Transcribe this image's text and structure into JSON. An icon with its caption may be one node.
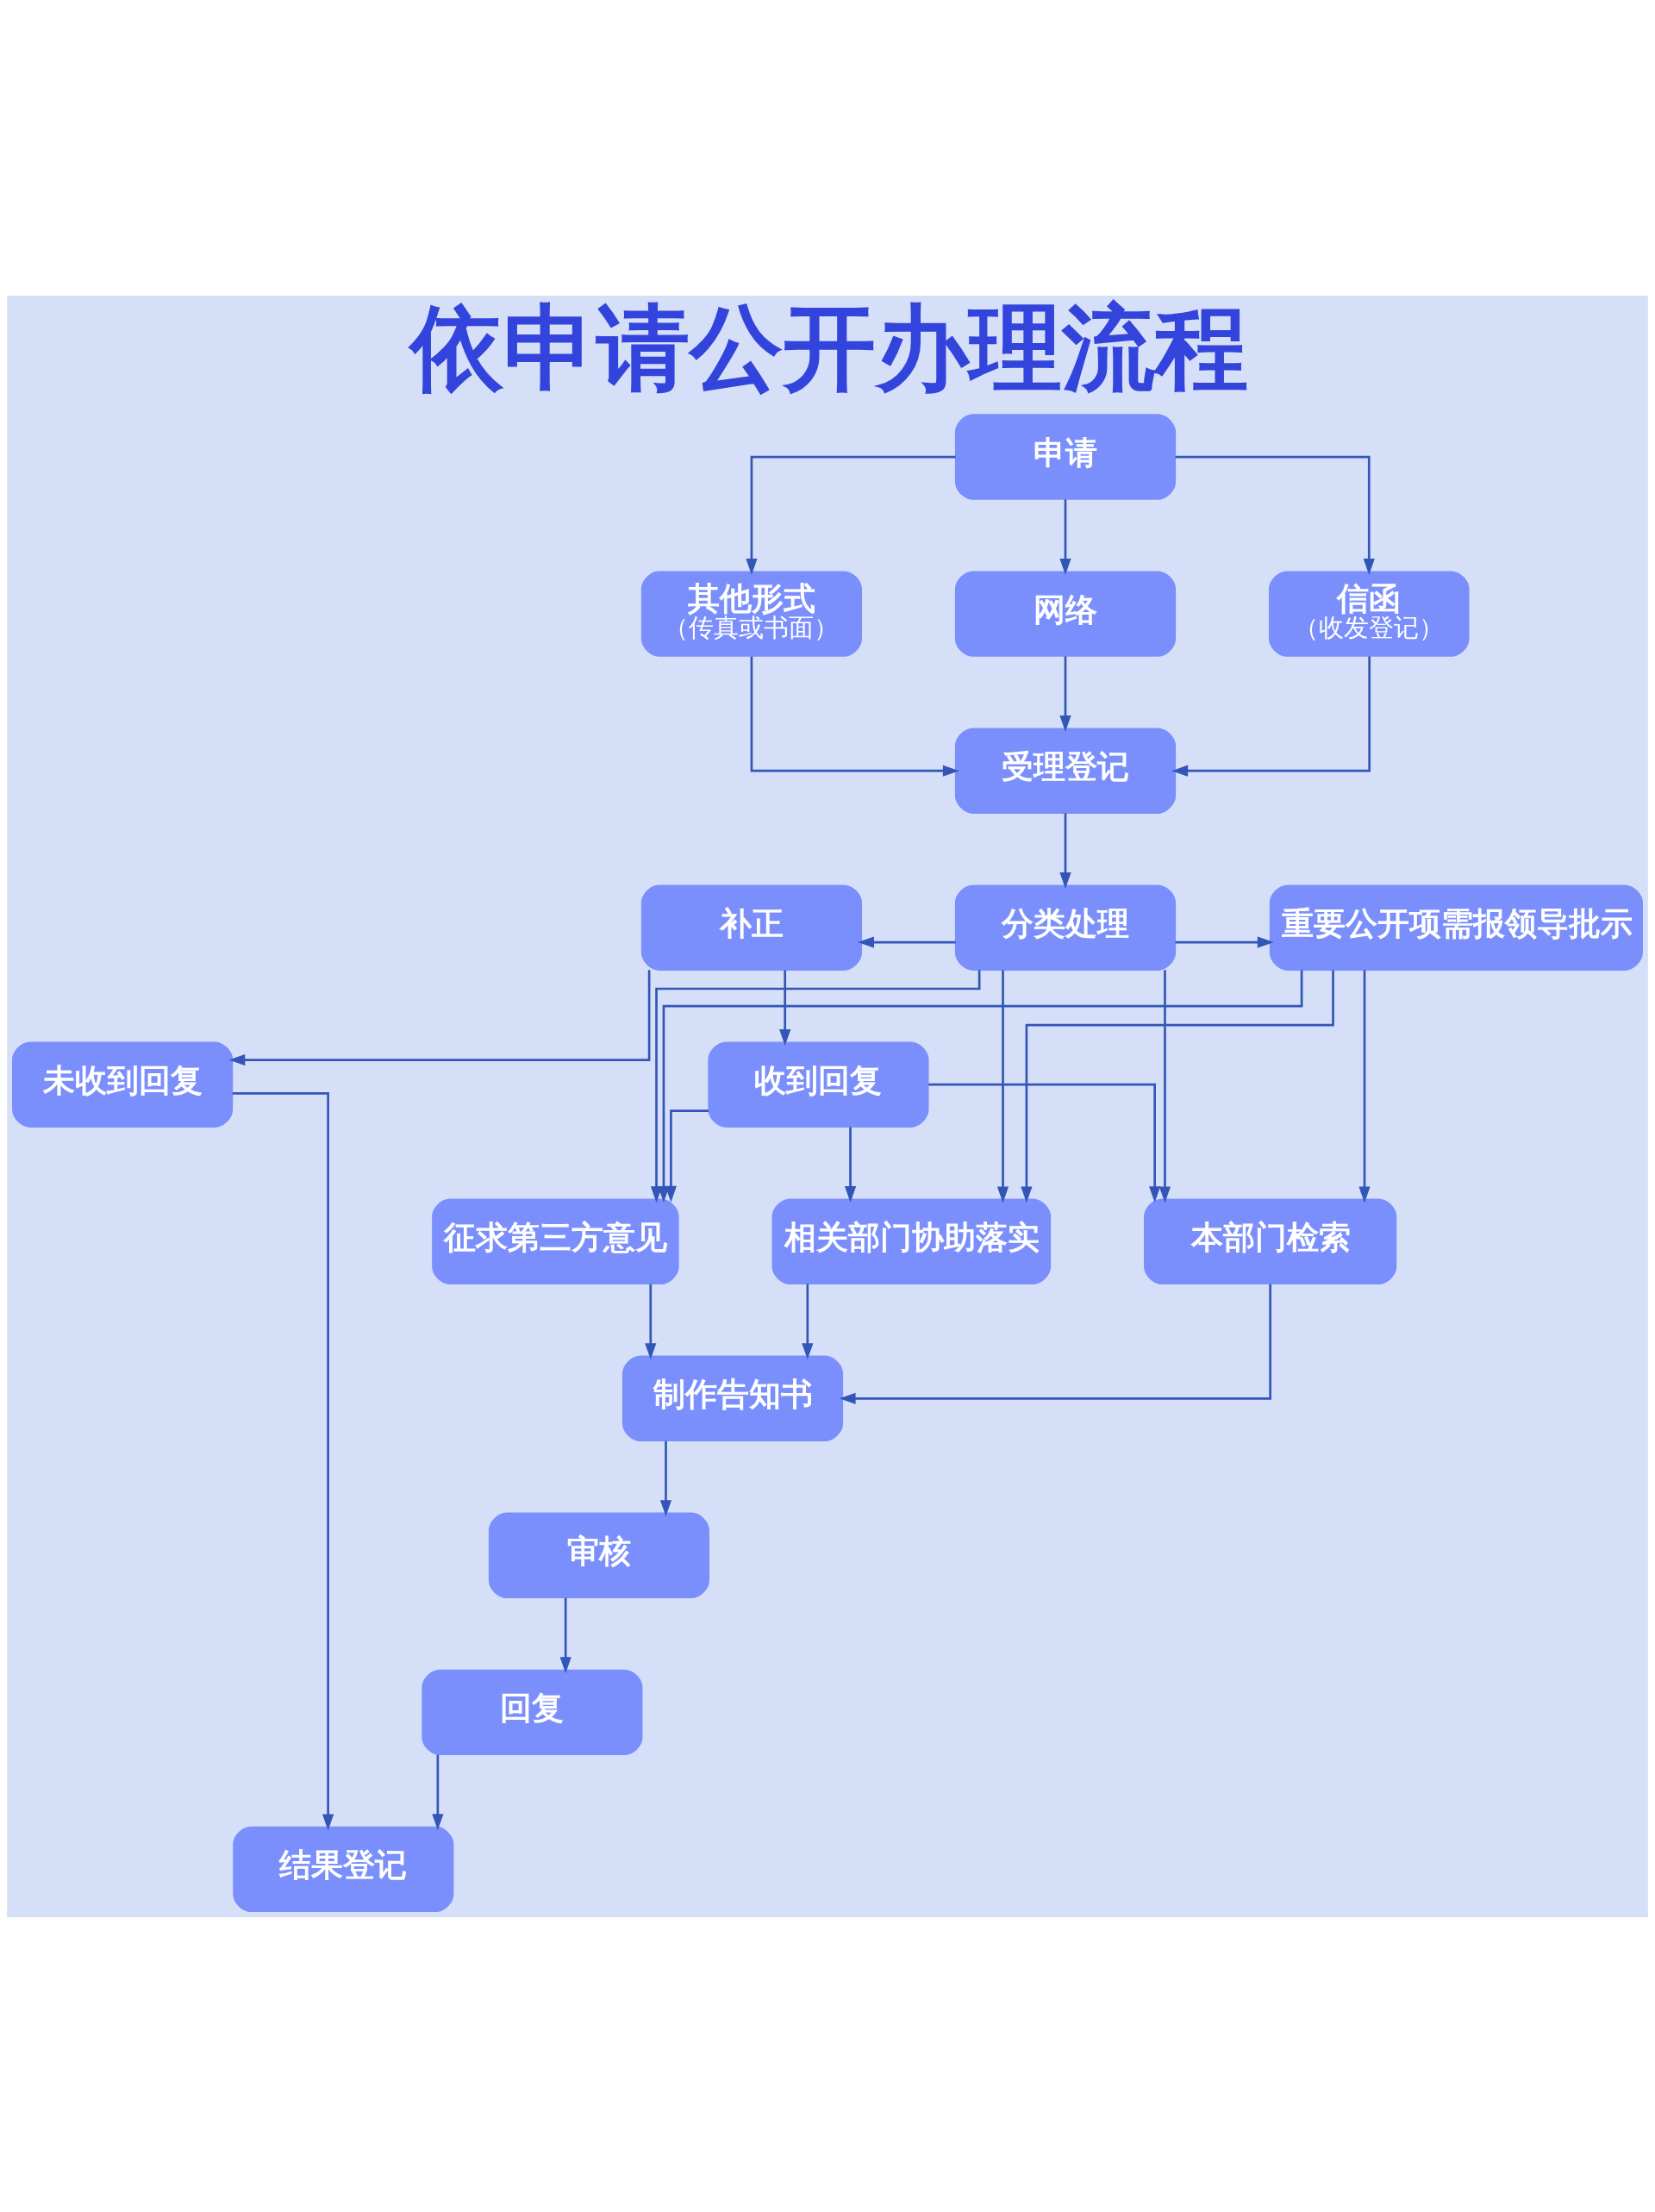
{
  "diagram": {
    "title": "依申请公开办理流程",
    "nodes": [
      {
        "text": [
          "申请"
        ]
      },
      {
        "text": [
          "其他形式",
          "（传真或书面）"
        ]
      },
      {
        "text": [
          "网络"
        ]
      },
      {
        "text": [
          "信函",
          "（收发登记）"
        ]
      },
      {
        "text": [
          "受理登记"
        ]
      },
      {
        "text": [
          "补正"
        ]
      },
      {
        "text": [
          "分类处理"
        ]
      },
      {
        "text": [
          "重要公开项需报领导批示"
        ]
      },
      {
        "text": [
          "未收到回复"
        ]
      },
      {
        "text": [
          "收到回复"
        ]
      },
      {
        "text": [
          "征求第三方意见"
        ]
      },
      {
        "text": [
          "相关部门协助落实"
        ]
      },
      {
        "text": [
          "本部门检索"
        ]
      },
      {
        "text": [
          "制作告知书"
        ]
      },
      {
        "text": [
          "审核"
        ]
      },
      {
        "text": [
          "回复"
        ]
      },
      {
        "text": [
          "结果登记"
        ]
      }
    ],
    "edges": [
      {
        "from": 0,
        "to": 1,
        "arrow": "to"
      },
      {
        "from": 0,
        "to": 2,
        "arrow": "to"
      },
      {
        "from": 0,
        "to": 3,
        "arrow": "to"
      },
      {
        "from": 1,
        "to": 4,
        "arrow": "to"
      },
      {
        "from": 2,
        "to": 4,
        "arrow": "to"
      },
      {
        "from": 3,
        "to": 4,
        "arrow": "to"
      },
      {
        "from": 4,
        "to": 6,
        "arrow": "to"
      },
      {
        "from": 6,
        "to": 5,
        "arrow": "to"
      },
      {
        "from": 6,
        "to": 7,
        "arrow": "to"
      },
      {
        "from": 5,
        "to": 8,
        "arrow": "to"
      },
      {
        "from": 5,
        "to": 9,
        "arrow": "to"
      },
      {
        "from": 6,
        "to": 10,
        "arrow": "to"
      },
      {
        "from": 6,
        "to": 11,
        "arrow": "to"
      },
      {
        "from": 6,
        "to": 12,
        "arrow": "to"
      },
      {
        "from": 9,
        "to": 10,
        "arrow": "to"
      },
      {
        "from": 9,
        "to": 11,
        "arrow": "to"
      },
      {
        "from": 9,
        "to": 12,
        "arrow": "to"
      },
      {
        "from": 7,
        "to": 10,
        "arrow": "to"
      },
      {
        "from": 7,
        "to": 11,
        "arrow": "to"
      },
      {
        "from": 7,
        "to": 12,
        "arrow": "to"
      },
      {
        "from": 8,
        "to": 16,
        "arrow": "to"
      },
      {
        "from": 10,
        "to": 13,
        "arrow": "to"
      },
      {
        "from": 11,
        "to": 13,
        "arrow": "to"
      },
      {
        "from": 12,
        "to": 13,
        "arrow": "to"
      },
      {
        "from": 13,
        "to": 14,
        "arrow": "to"
      },
      {
        "from": 14,
        "to": 15,
        "arrow": "to"
      },
      {
        "from": 15,
        "to": 16,
        "arrow": "to"
      }
    ]
  }
}
